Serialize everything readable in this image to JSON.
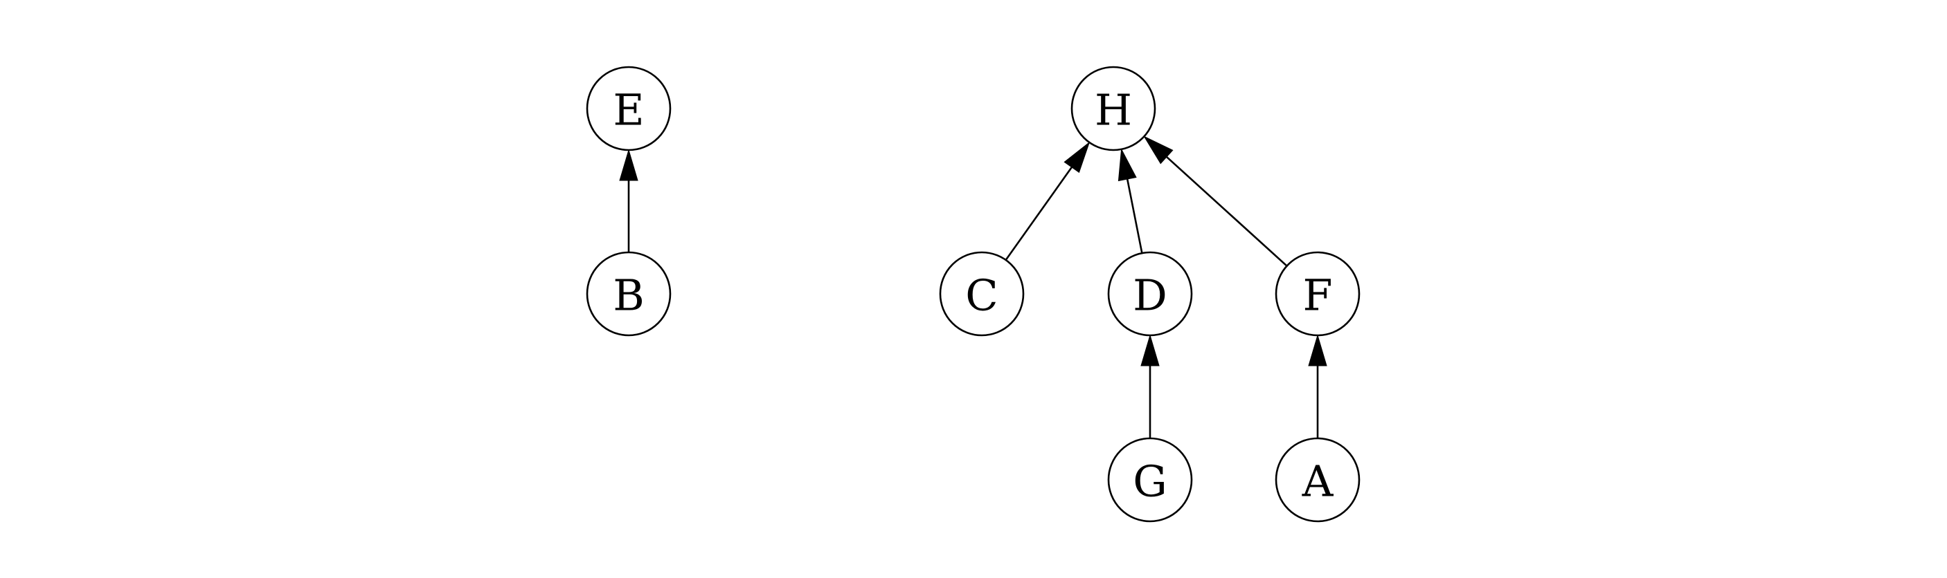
{
  "diagram": {
    "nodes": [
      {
        "id": "E",
        "label": "E"
      },
      {
        "id": "B",
        "label": "B"
      },
      {
        "id": "H",
        "label": "H"
      },
      {
        "id": "C",
        "label": "C"
      },
      {
        "id": "D",
        "label": "D"
      },
      {
        "id": "F",
        "label": "F"
      },
      {
        "id": "G",
        "label": "G"
      },
      {
        "id": "A",
        "label": "A"
      }
    ],
    "edges": [
      {
        "from": "B",
        "to": "E"
      },
      {
        "from": "C",
        "to": "H"
      },
      {
        "from": "D",
        "to": "H"
      },
      {
        "from": "F",
        "to": "H"
      },
      {
        "from": "G",
        "to": "D"
      },
      {
        "from": "A",
        "to": "F"
      }
    ],
    "colors": {
      "stroke": "#000000",
      "fill": "#ffffff",
      "background": "#ffffff"
    }
  }
}
